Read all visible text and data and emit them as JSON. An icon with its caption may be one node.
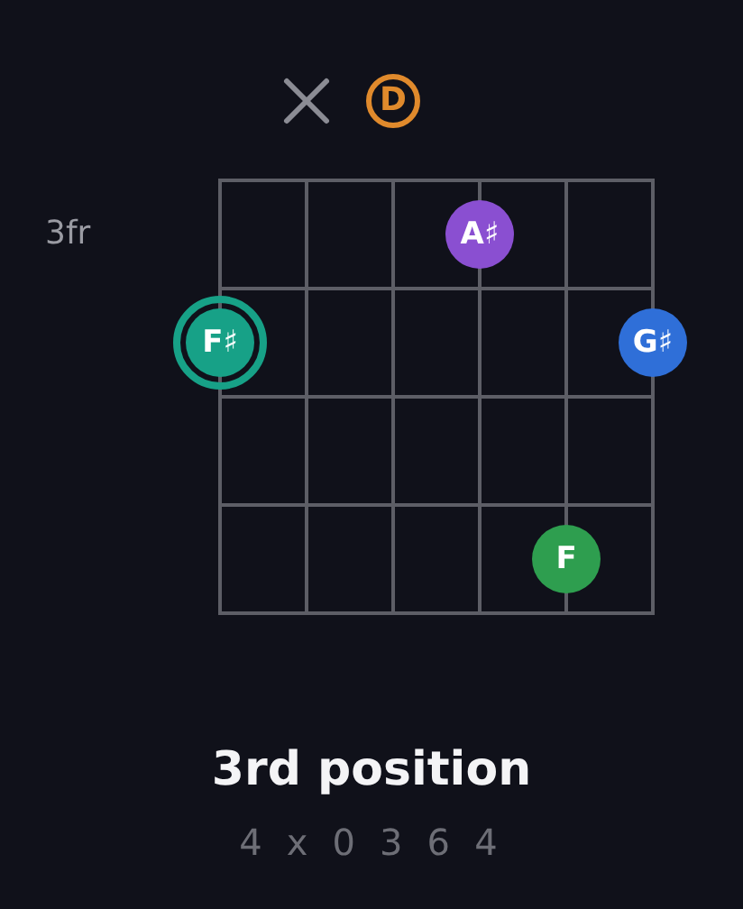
{
  "diagram": {
    "title": "3rd position",
    "caption": "4 x 0 3 6 4",
    "nodes": [
      {
        "text": [
          "D"
        ]
      },
      {
        "text": [
          "A♯"
        ]
      },
      {
        "text": [
          "F♯"
        ]
      },
      {
        "text": [
          "G♯"
        ]
      },
      {
        "text": [
          "F"
        ]
      }
    ],
    "labels": [
      "3fr"
    ]
  }
}
